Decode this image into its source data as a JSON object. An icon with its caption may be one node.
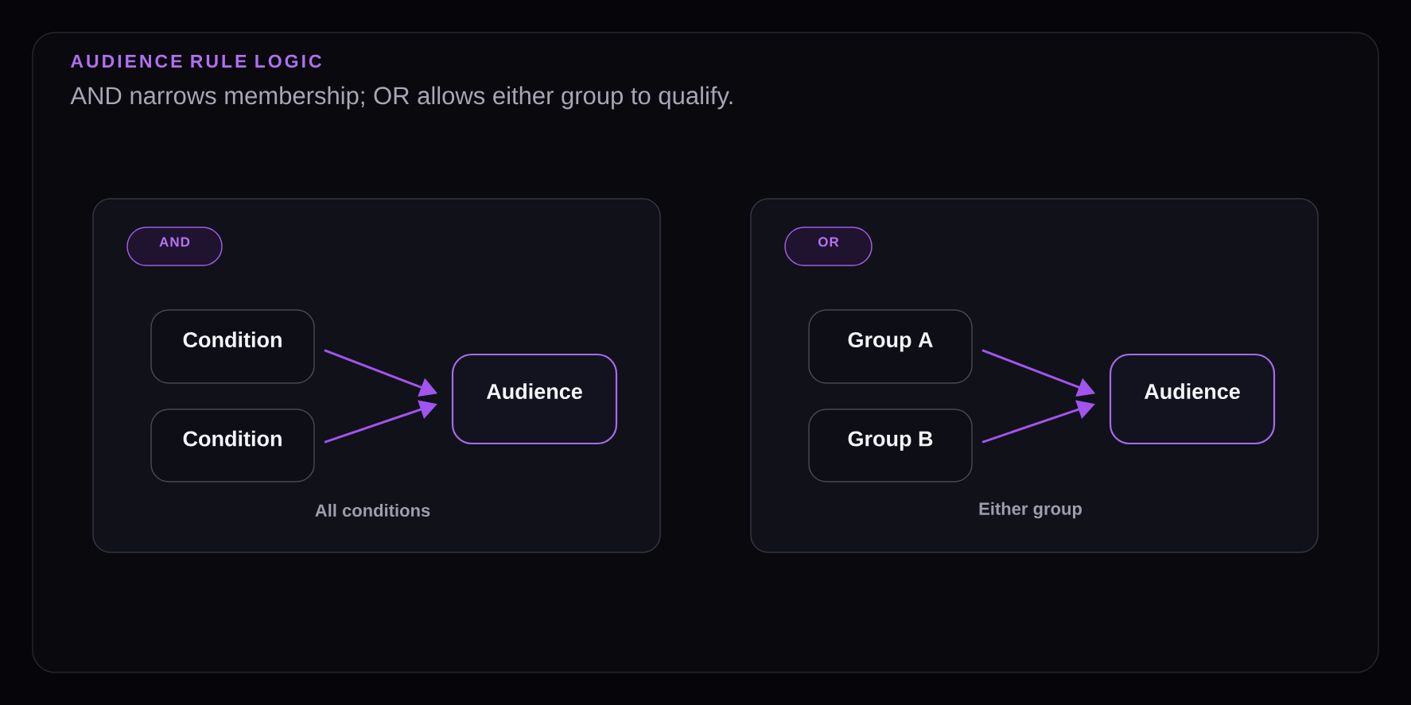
{
  "diagram": {
    "nodes": [
      {
        "text": [
          "AUDIENCE RULE LOGIC",
          "AND narrows membership; OR allows either group to qualify."
        ]
      },
      {
        "text": [
          "All conditions"
        ],
        "in": 0
      },
      {
        "text": [
          "AND"
        ],
        "in": 1
      },
      {
        "text": [
          "Condition"
        ],
        "in": 1
      },
      {
        "text": [
          "Condition"
        ],
        "in": 1
      },
      {
        "text": [
          "Audience"
        ],
        "in": 1
      },
      {
        "text": [
          "Either group"
        ],
        "in": 0
      },
      {
        "text": [
          "OR"
        ],
        "in": 6
      },
      {
        "text": [
          "Group A"
        ],
        "in": 6
      },
      {
        "text": [
          "Group B"
        ],
        "in": 6
      },
      {
        "text": [
          "Audience"
        ],
        "in": 6
      }
    ],
    "edges": [
      {
        "from": 3,
        "to": 5,
        "arrow": "to"
      },
      {
        "from": 4,
        "to": 5,
        "arrow": "to"
      },
      {
        "from": 8,
        "to": 10,
        "arrow": "to"
      },
      {
        "from": 9,
        "to": 10,
        "arrow": "to"
      }
    ]
  }
}
